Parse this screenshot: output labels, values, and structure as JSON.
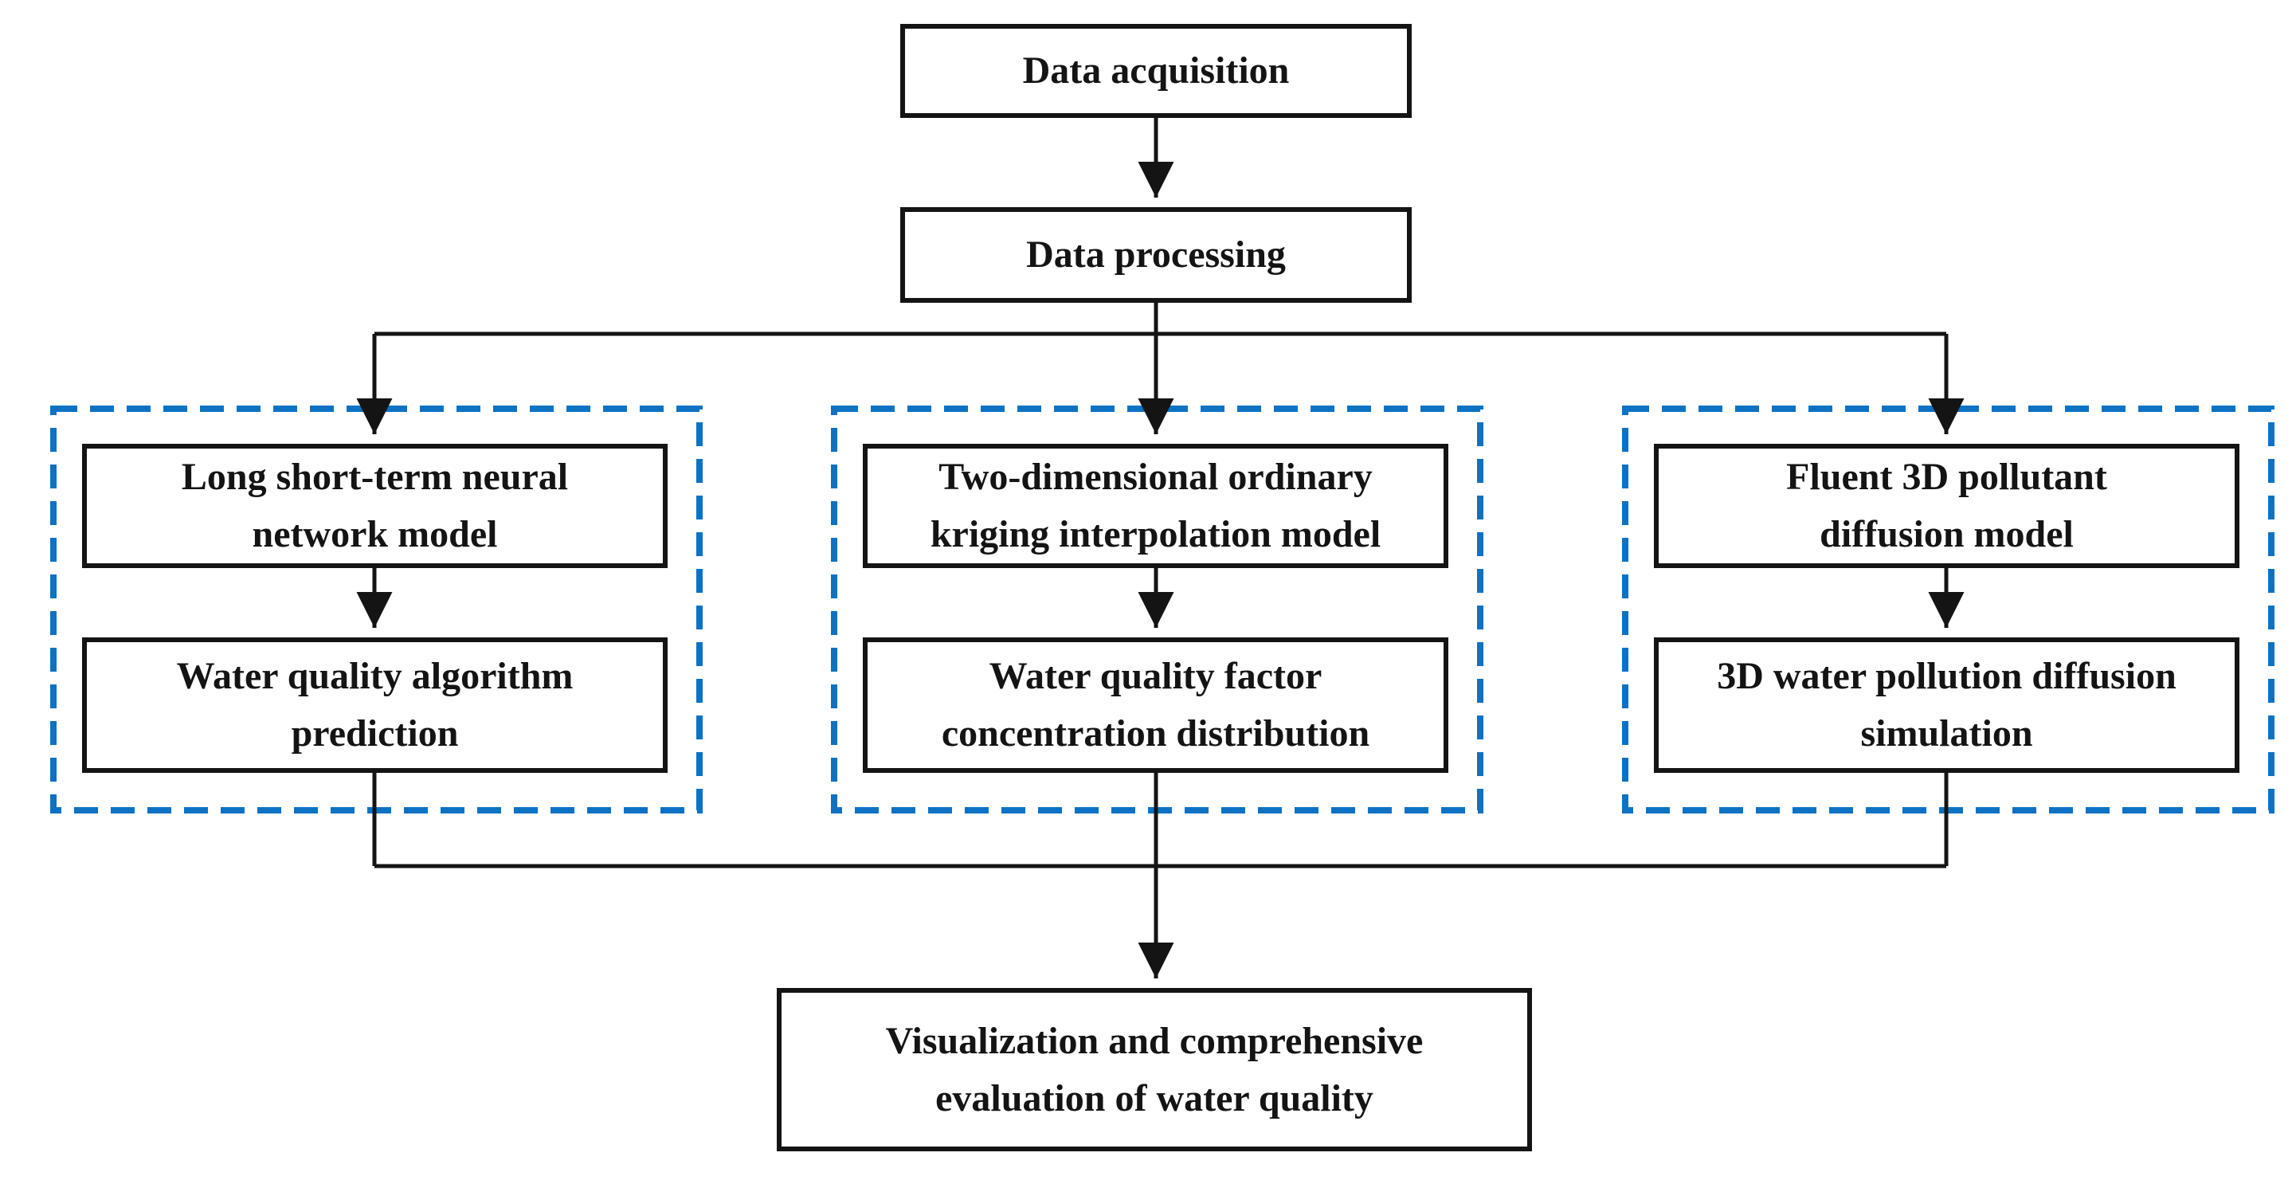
{
  "diagram": {
    "title": "Water quality modeling and evaluation flowchart",
    "type": "flowchart",
    "colors": {
      "background": "#ffffff",
      "box_border": "#141414",
      "connector_line": "#141414",
      "group_dashed_border": "#0d72c4",
      "text": "#141414"
    },
    "nodes": {
      "data_acquisition": {
        "label": "Data acquisition",
        "lines": [
          "Data acquisition"
        ]
      },
      "data_processing": {
        "label": "Data processing",
        "lines": [
          "Data processing"
        ]
      },
      "lstm_model": {
        "label": "Long short-term neural network model",
        "lines": [
          "Long short-term neural",
          "network model"
        ]
      },
      "wq_prediction": {
        "label": "Water quality algorithm prediction",
        "lines": [
          "Water quality algorithm",
          "prediction"
        ]
      },
      "kriging_model": {
        "label": "Two-dimensional ordinary kriging interpolation model",
        "lines": [
          "Two-dimensional ordinary",
          "kriging interpolation model"
        ]
      },
      "wq_factor_distribution": {
        "label": "Water quality factor concentration distribution",
        "lines": [
          "Water quality factor",
          "concentration distribution"
        ]
      },
      "fluent_model": {
        "label": "Fluent 3D pollutant diffusion model",
        "lines": [
          "Fluent 3D pollutant",
          "diffusion model"
        ]
      },
      "diffusion_simulation": {
        "label": "3D water pollution diffusion simulation",
        "lines": [
          "3D water pollution diffusion",
          "simulation"
        ]
      },
      "visualization": {
        "label": "Visualization and comprehensive evaluation of water quality",
        "lines": [
          "Visualization and comprehensive",
          "evaluation of water quality"
        ]
      }
    },
    "groups": [
      {
        "name": "left-dashed-group",
        "contains": [
          "lstm_model",
          "wq_prediction"
        ]
      },
      {
        "name": "middle-dashed-group",
        "contains": [
          "kriging_model",
          "wq_factor_distribution"
        ]
      },
      {
        "name": "right-dashed-group",
        "contains": [
          "fluent_model",
          "diffusion_simulation"
        ]
      }
    ],
    "edges": [
      {
        "from": "data_acquisition",
        "to": "data_processing"
      },
      {
        "from": "data_processing",
        "to": "lstm_model"
      },
      {
        "from": "data_processing",
        "to": "kriging_model"
      },
      {
        "from": "data_processing",
        "to": "fluent_model"
      },
      {
        "from": "lstm_model",
        "to": "wq_prediction"
      },
      {
        "from": "kriging_model",
        "to": "wq_factor_distribution"
      },
      {
        "from": "fluent_model",
        "to": "diffusion_simulation"
      },
      {
        "from": "wq_prediction",
        "to": "visualization"
      },
      {
        "from": "wq_factor_distribution",
        "to": "visualization"
      },
      {
        "from": "diffusion_simulation",
        "to": "visualization"
      }
    ]
  }
}
